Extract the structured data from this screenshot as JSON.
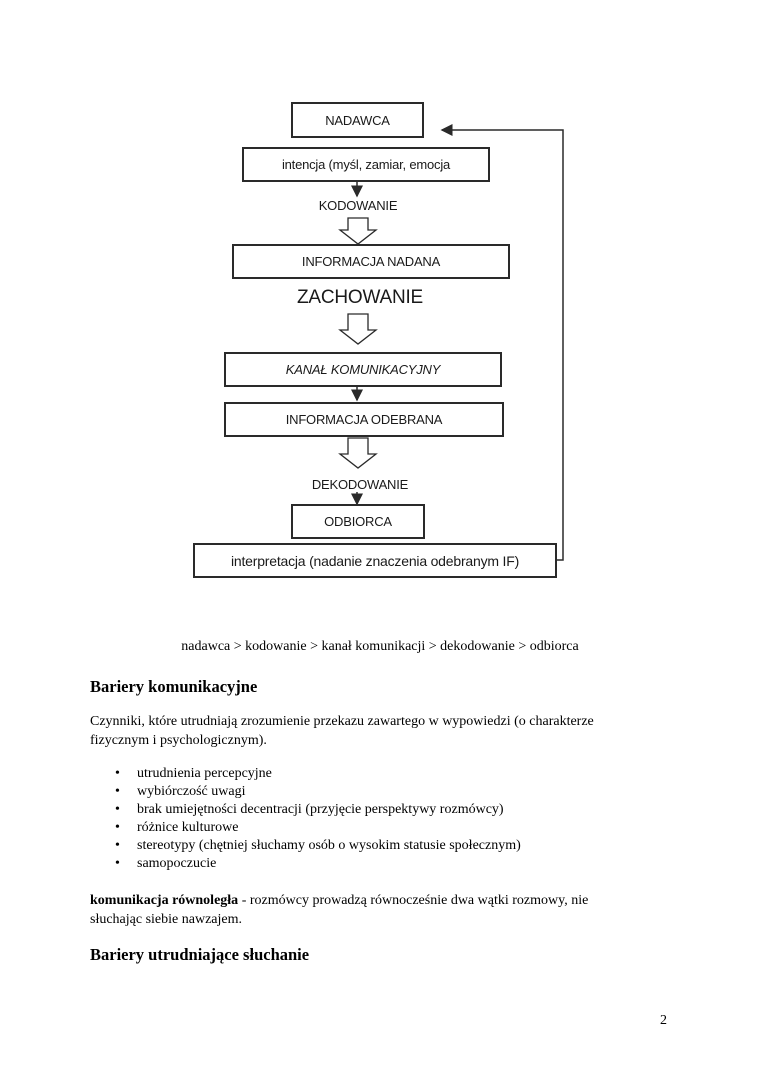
{
  "diagram": {
    "boxes": {
      "sender": "NADAWCA",
      "intention": "intencja (myśl, zamiar, emocja",
      "sent_information": "INFORMACJA NADANA",
      "channel": "KANAŁ KOMUNIKACYJNY",
      "received_information": "INFORMACJA ODEBRANA",
      "receiver": "ODBIORCA",
      "interpretation": "interpretacja (nadanie znaczenia odebranym IF)"
    },
    "labels": {
      "encoding": "KODOWANIE",
      "behaviour": "ZACHOWANIE",
      "decoding": "DEKODOWANIE"
    }
  },
  "caption": "nadawca > kodowanie > kanał komunikacji > dekodowanie > odbiorca",
  "section1": {
    "heading": "Bariery komunikacyjne",
    "paragraph_line1": "Czynniki, które utrudniają zrozumienie przekazu zawartego w wypowiedzi (o charakterze",
    "paragraph_line2": "fizycznym i psychologicznym).",
    "bullet_symbol": "•",
    "bullets": [
      "utrudnienia percepcyjne",
      "wybiórczość uwagi",
      "brak umiejętności decentracji (przyjęcie perspektywy rozmówcy)",
      "różnice kulturowe",
      "stereotypy (chętniej słuchamy osób o wysokim statusie społecznym)",
      "samopoczucie"
    ]
  },
  "definition": {
    "term": "komunikacja równoległa",
    "text_line1": " - rozmówcy prowadzą równocześnie dwa wątki rozmowy, nie",
    "text_line2": "słuchając siebie nawzajem."
  },
  "section2": {
    "heading": "Bariery utrudniające słuchanie"
  },
  "page_number": "2"
}
